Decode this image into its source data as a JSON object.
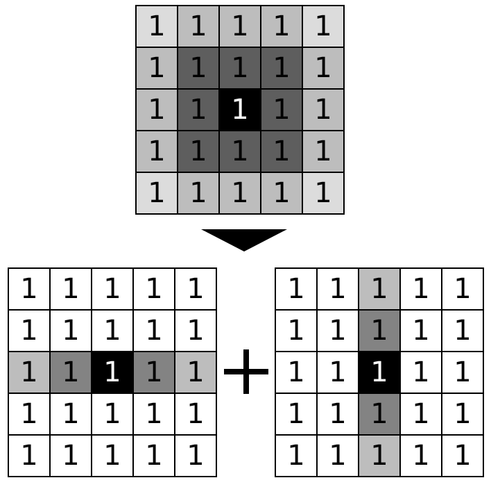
{
  "colors": {
    "black": "#000000",
    "dark_gray": "#5e5e5e",
    "mid_gray": "#838383",
    "light_gray": "#bdbdbd",
    "lightest_gray": "#dcdcdc",
    "white": "#ffffff"
  },
  "grids": {
    "top": {
      "values": [
        [
          "1",
          "1",
          "1",
          "1",
          "1"
        ],
        [
          "1",
          "1",
          "1",
          "1",
          "1"
        ],
        [
          "1",
          "1",
          "1",
          "1",
          "1"
        ],
        [
          "1",
          "1",
          "1",
          "1",
          "1"
        ],
        [
          "1",
          "1",
          "1",
          "1",
          "1"
        ]
      ],
      "shades": [
        [
          "lightest_gray",
          "light_gray",
          "light_gray",
          "light_gray",
          "lightest_gray"
        ],
        [
          "light_gray",
          "dark_gray",
          "dark_gray",
          "dark_gray",
          "light_gray"
        ],
        [
          "light_gray",
          "dark_gray",
          "black",
          "dark_gray",
          "light_gray"
        ],
        [
          "light_gray",
          "dark_gray",
          "dark_gray",
          "dark_gray",
          "light_gray"
        ],
        [
          "lightest_gray",
          "light_gray",
          "light_gray",
          "light_gray",
          "lightest_gray"
        ]
      ]
    },
    "bottom_left": {
      "values": [
        [
          "1",
          "1",
          "1",
          "1",
          "1"
        ],
        [
          "1",
          "1",
          "1",
          "1",
          "1"
        ],
        [
          "1",
          "1",
          "1",
          "1",
          "1"
        ],
        [
          "1",
          "1",
          "1",
          "1",
          "1"
        ],
        [
          "1",
          "1",
          "1",
          "1",
          "1"
        ]
      ],
      "shades": [
        [
          "white",
          "white",
          "white",
          "white",
          "white"
        ],
        [
          "white",
          "white",
          "white",
          "white",
          "white"
        ],
        [
          "light_gray",
          "mid_gray",
          "black",
          "mid_gray",
          "light_gray"
        ],
        [
          "white",
          "white",
          "white",
          "white",
          "white"
        ],
        [
          "white",
          "white",
          "white",
          "white",
          "white"
        ]
      ]
    },
    "bottom_right": {
      "values": [
        [
          "1",
          "1",
          "1",
          "1",
          "1"
        ],
        [
          "1",
          "1",
          "1",
          "1",
          "1"
        ],
        [
          "1",
          "1",
          "1",
          "1",
          "1"
        ],
        [
          "1",
          "1",
          "1",
          "1",
          "1"
        ],
        [
          "1",
          "1",
          "1",
          "1",
          "1"
        ]
      ],
      "shades": [
        [
          "white",
          "white",
          "light_gray",
          "white",
          "white"
        ],
        [
          "white",
          "white",
          "mid_gray",
          "white",
          "white"
        ],
        [
          "white",
          "white",
          "black",
          "white",
          "white"
        ],
        [
          "white",
          "white",
          "mid_gray",
          "white",
          "white"
        ],
        [
          "white",
          "white",
          "light_gray",
          "white",
          "white"
        ]
      ]
    }
  },
  "icons": {
    "arrow": "down-triangle-arrow-icon",
    "plus": "plus-icon"
  }
}
